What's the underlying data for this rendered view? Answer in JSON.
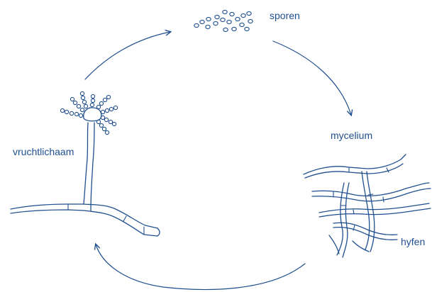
{
  "diagram": {
    "labels": {
      "spores": "sporen",
      "mycelium": "mycelium",
      "hyphae": "hyfen",
      "fruiting_body": "vruchtlichaam"
    },
    "colors": {
      "ink": "#1f4f8f",
      "background": "#ffffff"
    }
  }
}
